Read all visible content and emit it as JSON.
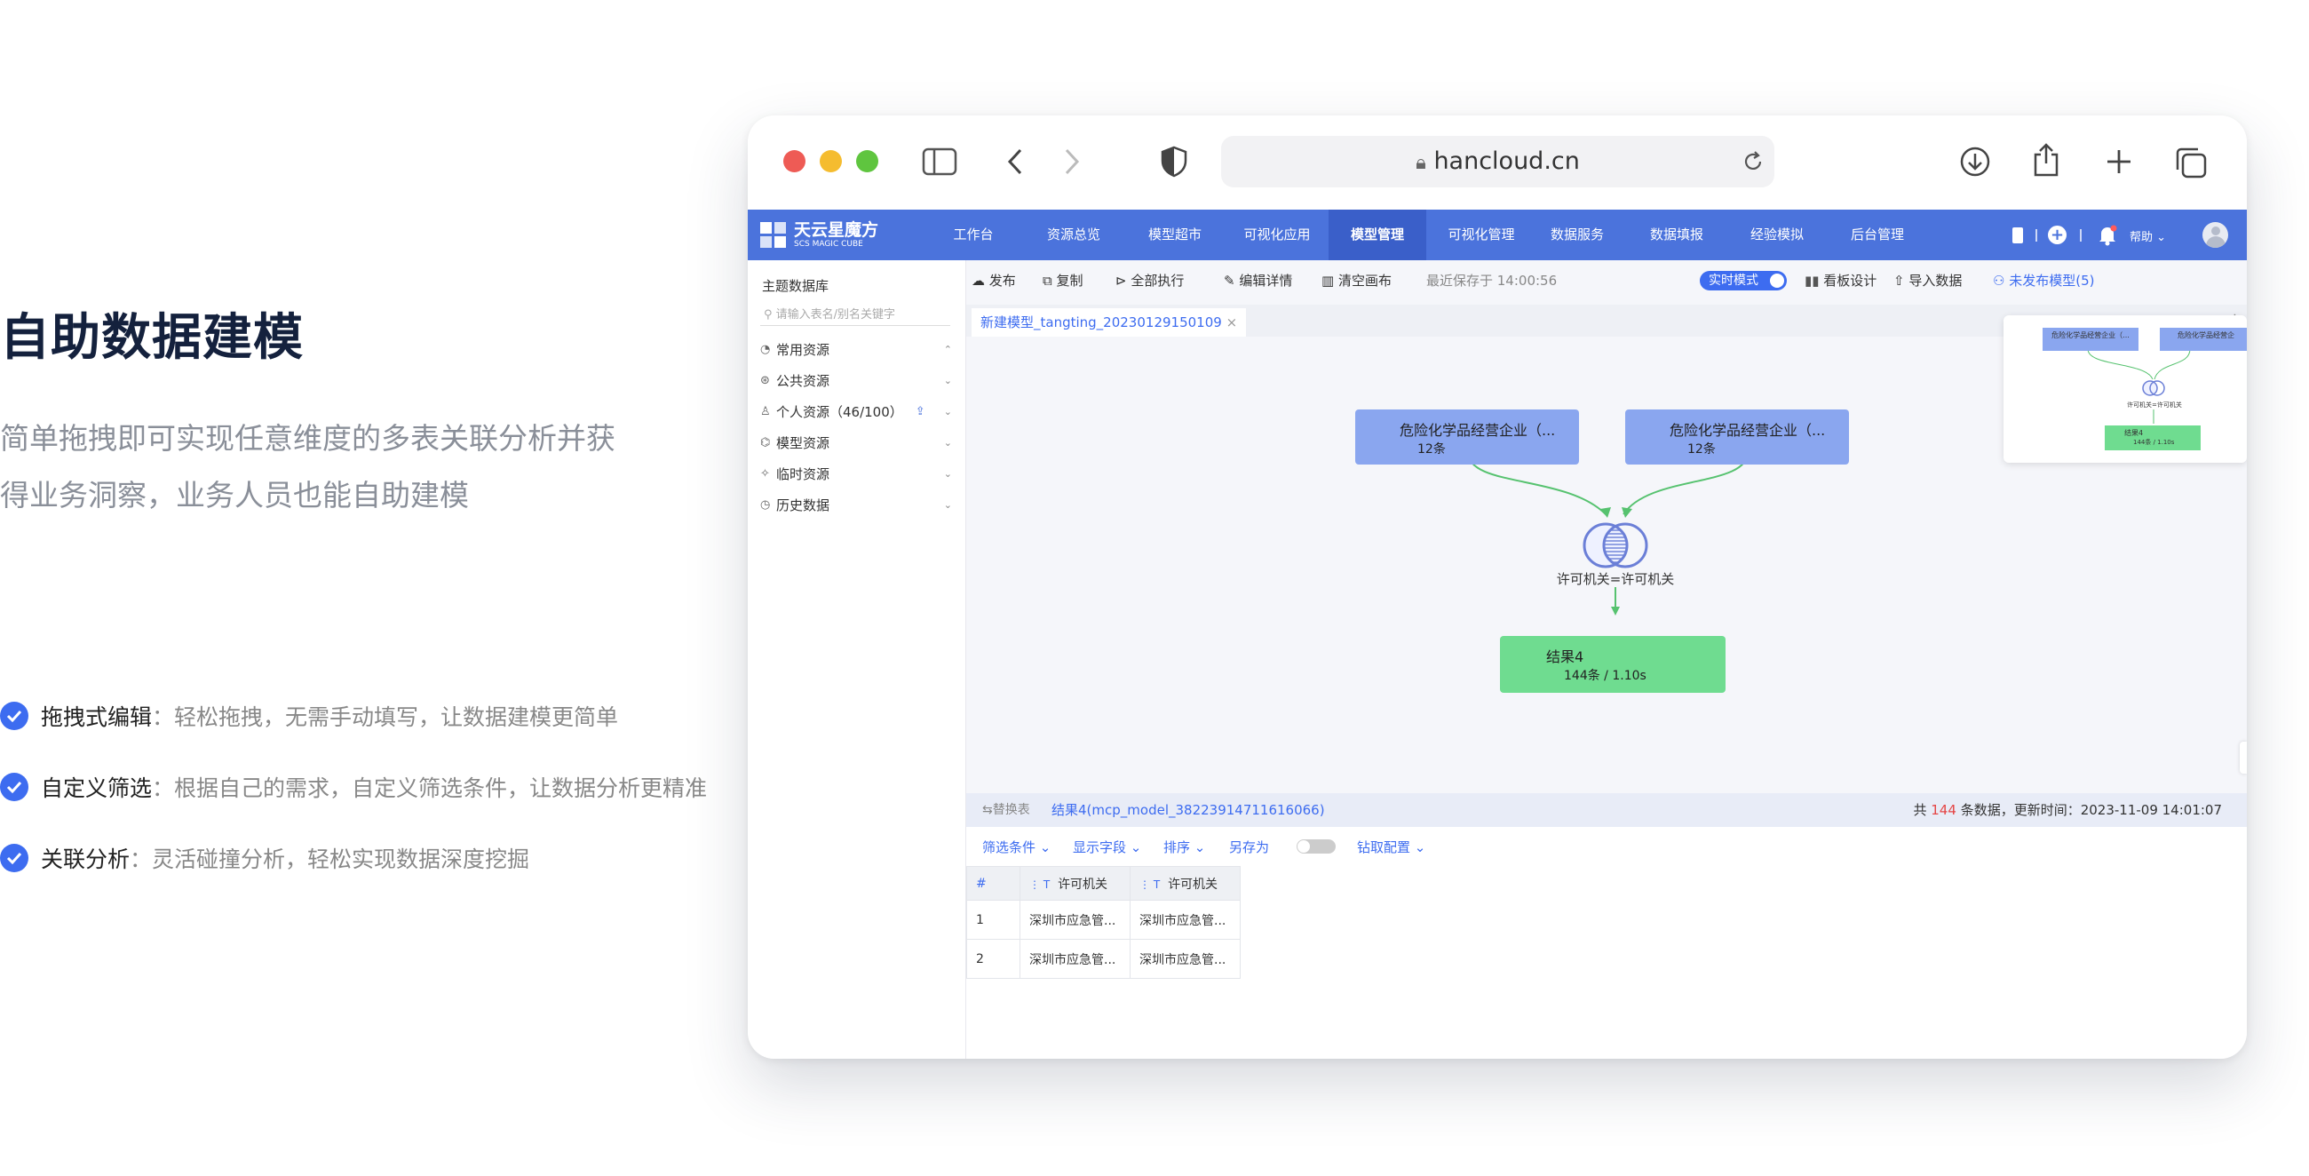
{
  "marketing": {
    "title": "自助数据建模",
    "desc_line1": "简单拖拽即可实现任意维度的多表关联分析并获",
    "desc_line2": "得业务洞察，业务人员也能自助建模",
    "features": [
      {
        "label": "拖拽式编辑",
        "text": "：轻松拖拽，无需手动填写，让数据建模更简单"
      },
      {
        "label": "自定义筛选",
        "text": "：根据自己的需求，自定义筛选条件，让数据分析更精准"
      },
      {
        "label": "关联分析",
        "text": "：灵活碰撞分析，轻松实现数据深度挖掘"
      }
    ]
  },
  "browser": {
    "url": "hancloud.cn",
    "traffic_colors": [
      "#ee5b55",
      "#f5bc2f",
      "#5fc53f"
    ]
  },
  "app": {
    "logo_title": "天云星魔方",
    "logo_sub": "SCS MAGIC CUBE",
    "nav": [
      "工作台",
      "资源总览",
      "模型超市",
      "可视化应用",
      "模型管理",
      "可视化管理",
      "数据服务",
      "数据填报",
      "经验模拟",
      "后台管理"
    ],
    "active_nav": "模型管理",
    "help": "帮助",
    "accent": "#4b73dc"
  },
  "sidebar": {
    "title": "主题数据库",
    "search_placeholder": "请输入表名/别名关键字",
    "items": [
      "常用资源",
      "公共资源",
      "个人资源（46/100）",
      "模型资源",
      "临时资源",
      "历史数据"
    ]
  },
  "toolbar": {
    "publish": "发布",
    "copy": "复制",
    "run_all": "全部执行",
    "edit_detail": "编辑详情",
    "clear_canvas": "清空画布",
    "last_saved": "最近保存于 14:00:56",
    "realtime": "实时模式",
    "board_design": "看板设计",
    "import_data": "导入数据",
    "unpublished": "未发布模型(5)"
  },
  "tab": {
    "label": "新建模型_tangting_20230129150109",
    "close": "×",
    "add": "+"
  },
  "canvas": {
    "node1_title": "危险化学品经营企业（...",
    "node1_count": "12条",
    "node2_title": "危险化学品经营企业（...",
    "node2_count": "12条",
    "join_label": "许可机关=许可机关",
    "result_title": "结果4",
    "result_meta": "144条 / 1.10s",
    "minimap_node1": "危险化学品经营企业（...",
    "minimap_node2": "危险化学品经营企",
    "minimap_join": "许可机关=许可机关",
    "minimap_result": "结果4",
    "minimap_meta": "144条 / 1.10s"
  },
  "data": {
    "replace": "替换表",
    "table_name": "结果4(mcp_model_38223914711616066)",
    "total_prefix": "共",
    "total_count": "144",
    "total_suffix": "条数据，更新时间：2023-11-09 14:01:07",
    "filters": [
      "筛选条件",
      "显示字段",
      "排序",
      "另存为",
      "钻取配置"
    ],
    "columns": [
      "#",
      "许可机关",
      "许可机关"
    ],
    "rows": [
      [
        "1",
        "深圳市应急管...",
        "深圳市应急管..."
      ],
      [
        "2",
        "深圳市应急管...",
        "深圳市应急管..."
      ]
    ]
  }
}
